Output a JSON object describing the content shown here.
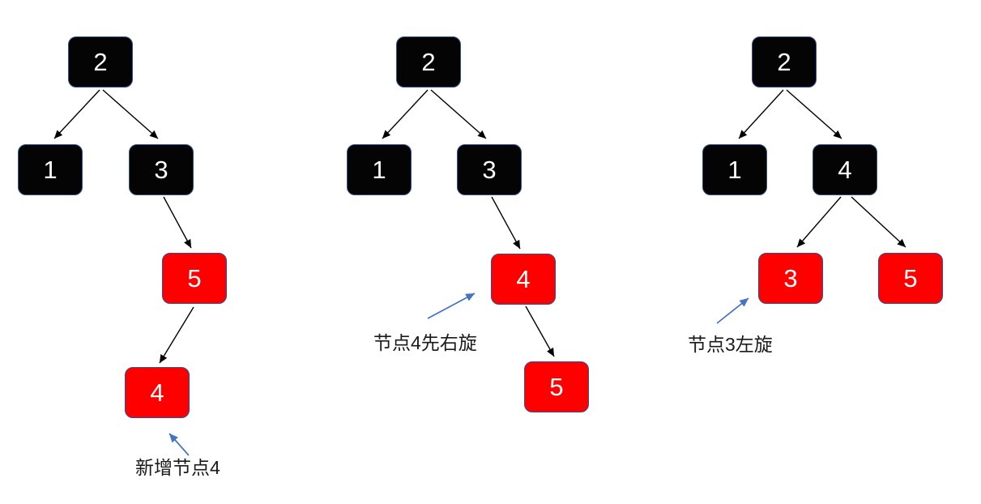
{
  "colors": {
    "black_node": "#040404",
    "red_node": "#fe0000",
    "node_border": "#2e5192",
    "node_text": "#ffffff",
    "edge": "#000000",
    "annotation_arrow": "#4472c4",
    "annotation_text": "#1a1a1a"
  },
  "trees": [
    {
      "name": "step-1-insert",
      "annotation": "新增节点4",
      "nodes": [
        {
          "label": "2",
          "color": "black"
        },
        {
          "label": "1",
          "color": "black"
        },
        {
          "label": "3",
          "color": "black"
        },
        {
          "label": "5",
          "color": "red"
        },
        {
          "label": "4",
          "color": "red"
        }
      ],
      "edges": [
        [
          "2",
          "1"
        ],
        [
          "2",
          "3"
        ],
        [
          "3",
          "5"
        ],
        [
          "5",
          "4"
        ]
      ]
    },
    {
      "name": "step-2-right-rotate",
      "annotation": "节点4先右旋",
      "nodes": [
        {
          "label": "2",
          "color": "black"
        },
        {
          "label": "1",
          "color": "black"
        },
        {
          "label": "3",
          "color": "black"
        },
        {
          "label": "4",
          "color": "red"
        },
        {
          "label": "5",
          "color": "red"
        }
      ],
      "edges": [
        [
          "2",
          "1"
        ],
        [
          "2",
          "3"
        ],
        [
          "3",
          "4"
        ],
        [
          "4",
          "5"
        ]
      ]
    },
    {
      "name": "step-3-left-rotate",
      "annotation": "节点3左旋",
      "nodes": [
        {
          "label": "2",
          "color": "black"
        },
        {
          "label": "1",
          "color": "black"
        },
        {
          "label": "4",
          "color": "black"
        },
        {
          "label": "3",
          "color": "red"
        },
        {
          "label": "5",
          "color": "red"
        }
      ],
      "edges": [
        [
          "2",
          "1"
        ],
        [
          "2",
          "4"
        ],
        [
          "4",
          "3"
        ],
        [
          "4",
          "5"
        ]
      ]
    }
  ]
}
